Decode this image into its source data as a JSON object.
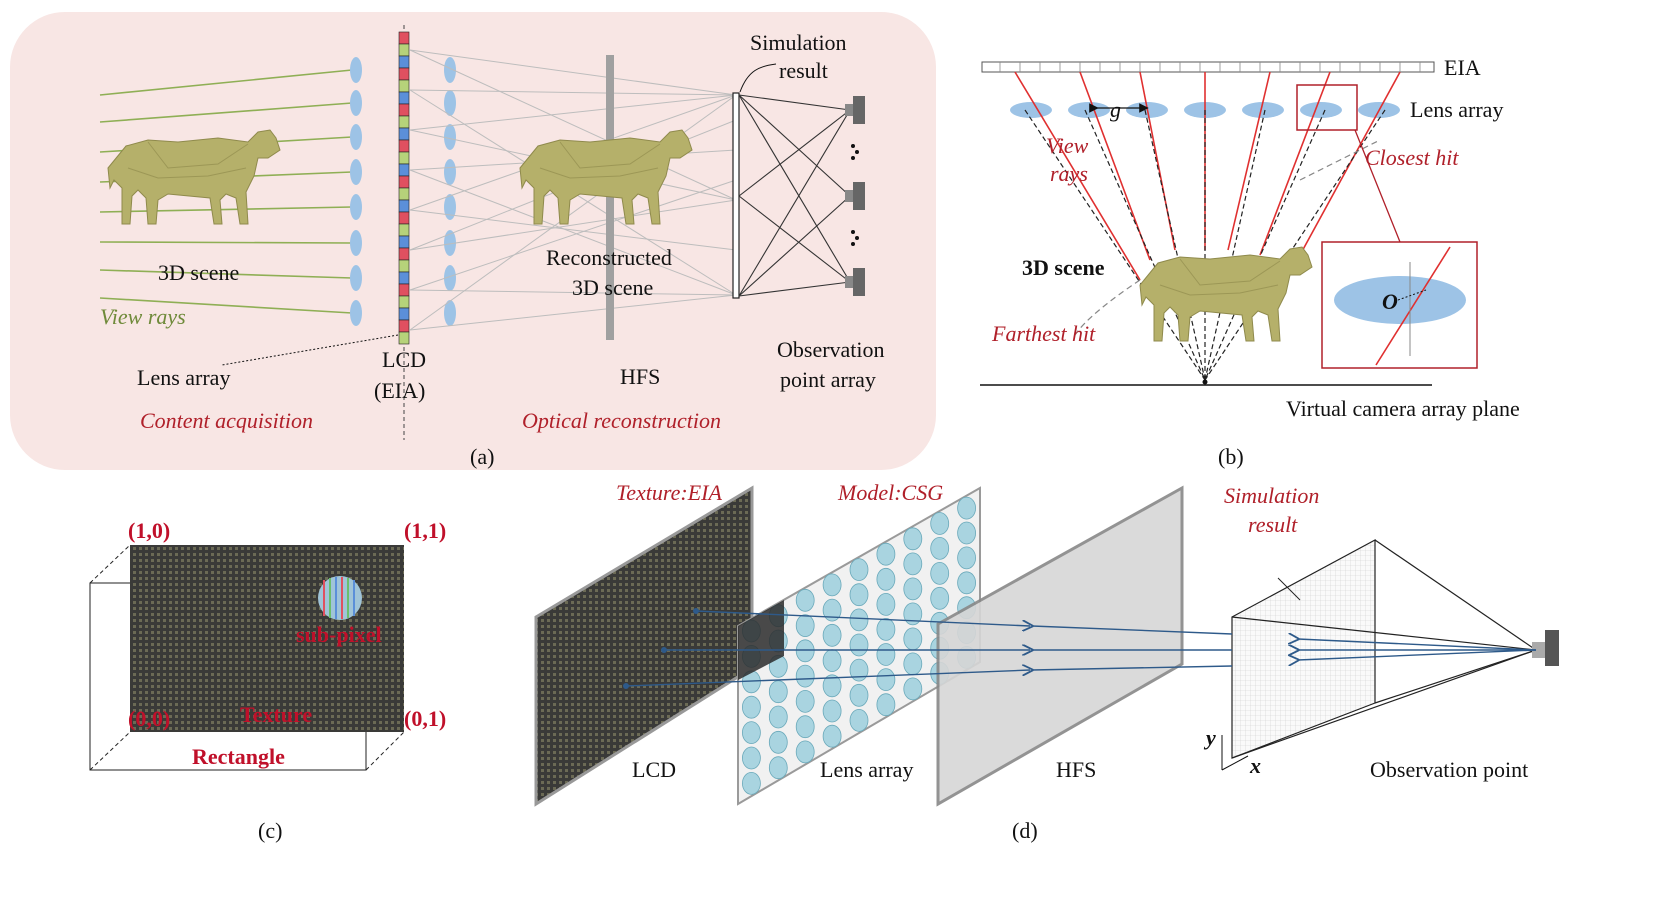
{
  "panel_a": {
    "caption": "(a)",
    "simulation_result": [
      "Simulation",
      "result"
    ],
    "scene_3d": "3D scene",
    "view_rays": "View rays",
    "lens_array": "Lens array",
    "lcd": [
      "LCD",
      "(EIA)"
    ],
    "reconstructed": [
      "Reconstructed",
      "3D scene"
    ],
    "hfs": "HFS",
    "observation": [
      "Observation",
      "point array"
    ],
    "content_acquisition": "Content acquisition",
    "optical_reconstruction": "Optical reconstruction"
  },
  "panel_b": {
    "caption": "(b)",
    "eia": "EIA",
    "lens_array": "Lens array",
    "g": "g",
    "view_rays": [
      "View",
      "rays"
    ],
    "closest_hit": "Closest hit",
    "scene_3d": "3D scene",
    "farthest_hit": "Farthest hit",
    "o": "O",
    "virtual_plane": "Virtual camera array plane"
  },
  "panel_c": {
    "caption": "(c)",
    "c10": "(1,0)",
    "c11": "(1,1)",
    "c00": "(0,0)",
    "c01": "(0,1)",
    "subpixel": "sub-pixel",
    "texture": "Texture",
    "rectangle": "Rectangle"
  },
  "panel_d": {
    "caption": "(d)",
    "texture_eia": "Texture:EIA",
    "model_csg": "Model:CSG",
    "simulation_result": [
      "Simulation",
      "result"
    ],
    "lcd": "LCD",
    "lens_array": "Lens array",
    "hfs": "HFS",
    "observation_point": "Observation point",
    "y": "y",
    "x": "x"
  },
  "colors": {
    "panel_bg": "#f8e6e4",
    "red_label": "#b0202a",
    "green_ray": "#8faf55",
    "lens_blue": "#9dc3e6",
    "blue_ray": "#2e5a8a",
    "cow": "#b5b06a"
  }
}
